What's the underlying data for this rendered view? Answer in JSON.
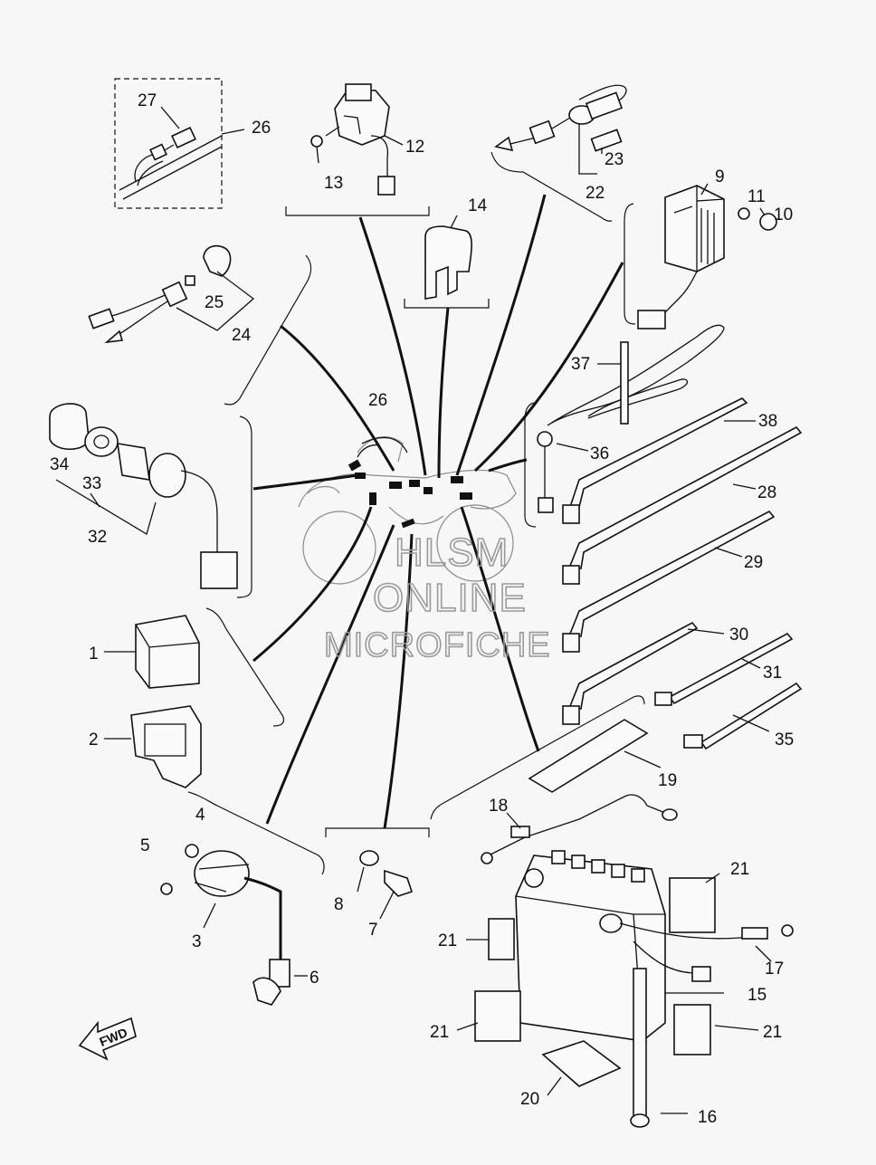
{
  "watermark": {
    "line1": "HLSM",
    "line2": "ONLINE",
    "line3": "MICROFICHE"
  },
  "fwd_label": "FWD",
  "callouts": {
    "c1": "1",
    "c2": "2",
    "c3": "3",
    "c4": "4",
    "c5": "5",
    "c6": "6",
    "c7": "7",
    "c8": "8",
    "c9": "9",
    "c10": "10",
    "c11": "11",
    "c12": "12",
    "c13": "13",
    "c14": "14",
    "c15": "15",
    "c16": "16",
    "c17": "17",
    "c18": "18",
    "c19": "19",
    "c20": "20",
    "c21a": "21",
    "c21b": "21",
    "c21c": "21",
    "c21d": "21",
    "c22": "22",
    "c23": "23",
    "c24": "24",
    "c25": "25",
    "c26a": "26",
    "c26b": "26",
    "c27": "27",
    "c28": "28",
    "c29": "29",
    "c30": "30",
    "c31": "31",
    "c32": "32",
    "c33": "33",
    "c34": "34",
    "c35": "35",
    "c36": "36",
    "c37": "37",
    "c38": "38"
  },
  "colors": {
    "background": "#f7f7f7",
    "line": "#111111",
    "watermark": "#9a9a9a"
  }
}
